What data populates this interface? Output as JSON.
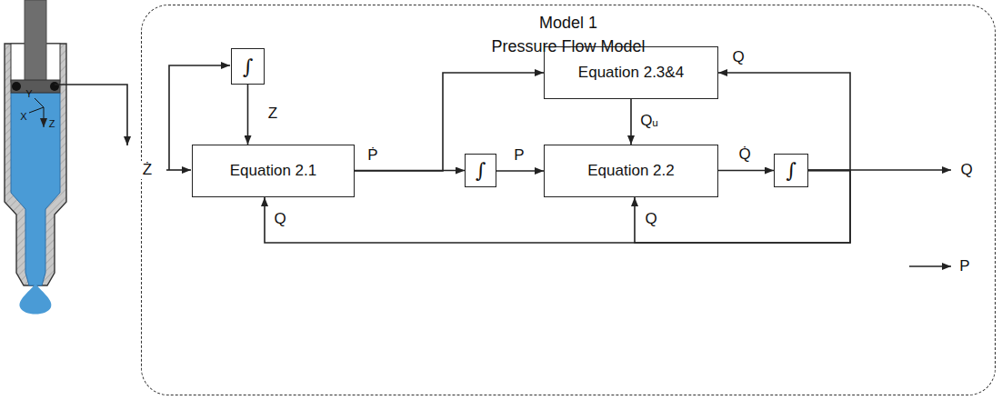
{
  "diagram": {
    "nodes": [
      {
        "text": [
          "Model 1",
          "Pressure Flow Model"
        ]
      },
      {
        "text": [
          "∫"
        ],
        "in": 0
      },
      {
        "text": [
          "Equation 2.1"
        ],
        "in": 0
      },
      {
        "text": [
          "Equation 2.3&4"
        ],
        "in": 0
      },
      {
        "text": [
          "∫"
        ],
        "in": 0
      },
      {
        "text": [
          "Equation 2.2"
        ],
        "in": 0
      },
      {
        "text": [
          "∫"
        ],
        "in": 0
      }
    ],
    "edges": [
      {
        "from": 1,
        "to": 2,
        "arrow": "to",
        "label": "Z"
      },
      {
        "from": 2,
        "to": 4,
        "arrow": "to",
        "label": "Ṗ"
      },
      {
        "from": 2,
        "to": 3,
        "arrow": "to"
      },
      {
        "from": 4,
        "to": 5,
        "arrow": "to",
        "label": "P"
      },
      {
        "from": 3,
        "to": 5,
        "arrow": "to",
        "label": "Qᵤ"
      },
      {
        "from": 5,
        "to": 6,
        "arrow": "to",
        "label": "Q̇"
      },
      {
        "from": 6,
        "to": 3,
        "arrow": "to",
        "label": "Q"
      },
      {
        "from": 6,
        "to": 2,
        "arrow": "to",
        "label": "Q"
      },
      {
        "from": 6,
        "to": 5,
        "arrow": "to",
        "label": "Q"
      }
    ],
    "labels": [
      "Ż",
      "Q",
      "P",
      "Y",
      "X",
      "Z"
    ]
  }
}
